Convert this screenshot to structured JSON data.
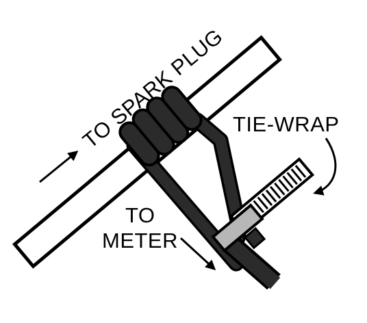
{
  "labels": {
    "spark_plug": "TO SPARK PLUG",
    "tie_wrap": "TIE-WRAP",
    "to": "TO",
    "meter": "METER"
  },
  "colors": {
    "outline": "#000000",
    "wire": "#2b2b2b",
    "lead_fill": "#ffffff",
    "clamp": "#b7b7b7",
    "tie_tail": "#ffffff",
    "background": "#ffffff"
  }
}
